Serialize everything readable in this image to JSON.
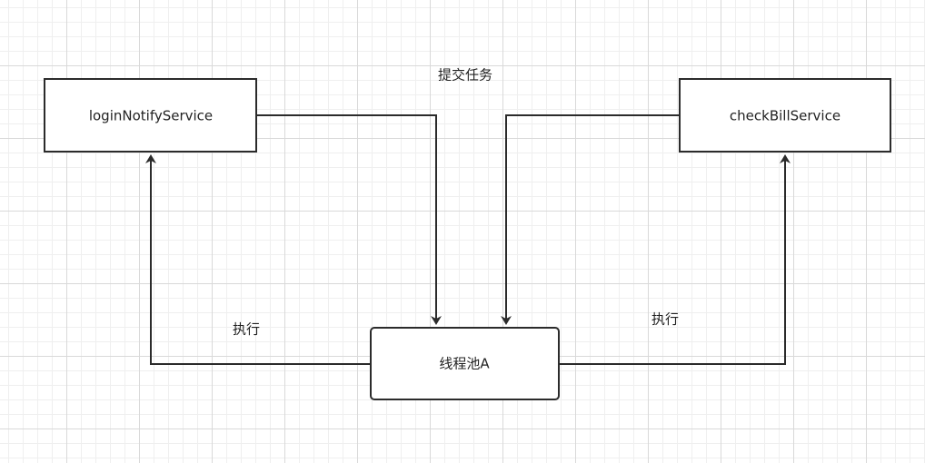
{
  "diagram": {
    "nodes": {
      "login": {
        "label": "loginNotifyService"
      },
      "check": {
        "label": "checkBillService"
      },
      "pool": {
        "label": "线程池A"
      }
    },
    "labels": {
      "submit": "提交任务",
      "exec_left": "执行",
      "exec_right": "执行"
    }
  }
}
